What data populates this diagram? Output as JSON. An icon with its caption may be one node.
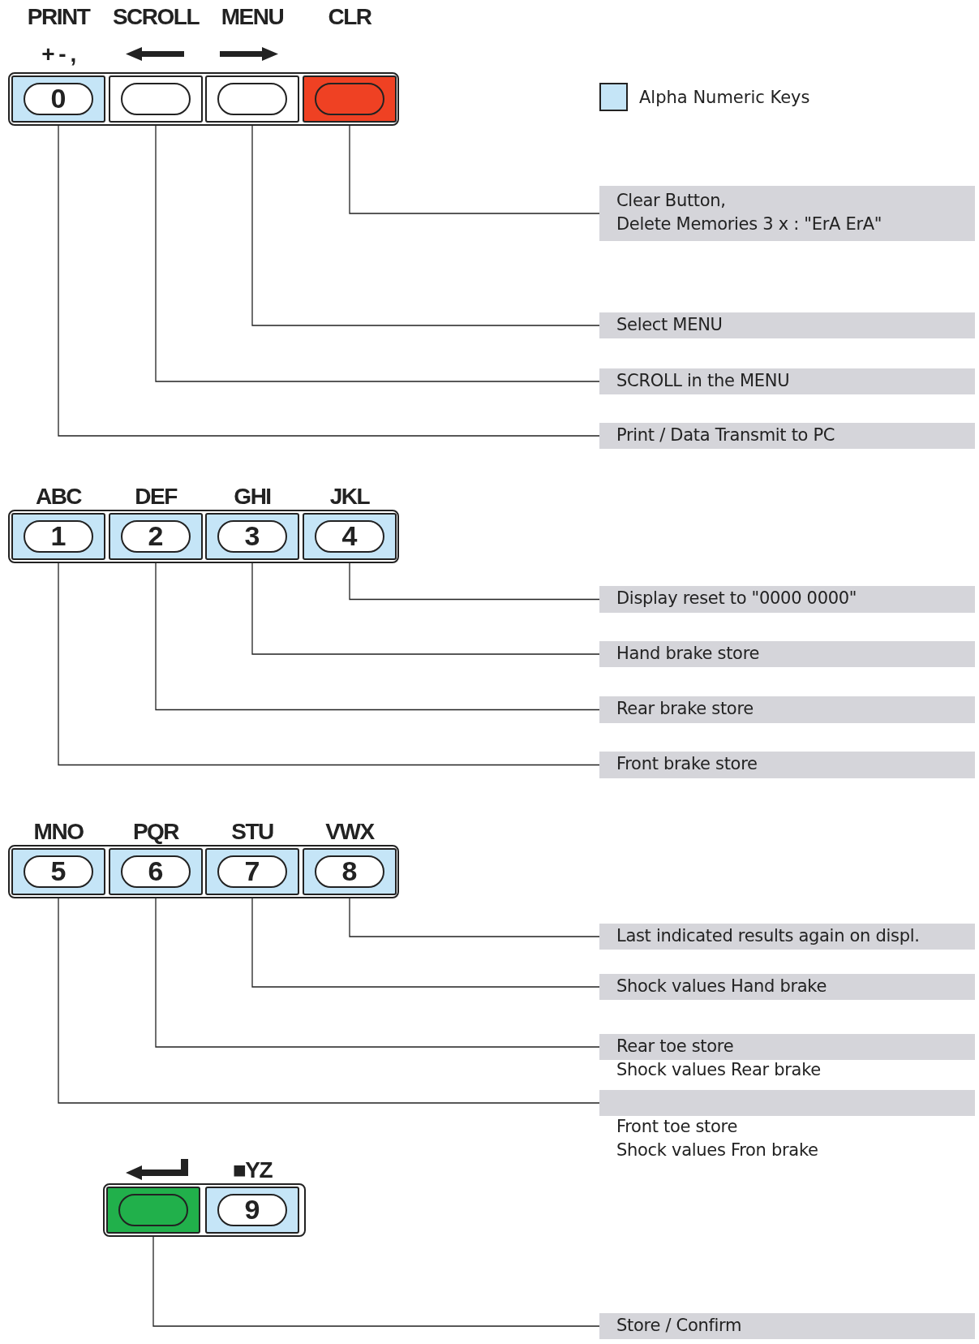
{
  "diagram": {
    "nodes": [
      {
        "text": [
          "0"
        ],
        "beside": [
          "PRINT",
          "+ - ,"
        ]
      },
      {
        "text": [],
        "shape": "box",
        "beside": [
          "SCROLL"
        ]
      },
      {
        "text": [],
        "shape": "box",
        "beside": [
          "MENU"
        ]
      },
      {
        "text": [],
        "shape": "box",
        "beside": [
          "CLR"
        ]
      },
      {
        "text": [
          "Clear Button,",
          "Delete Memories 3 x : \"ErA ErA\""
        ]
      },
      {
        "text": [
          "Select MENU"
        ]
      },
      {
        "text": [
          "SCROLL in the MENU"
        ]
      },
      {
        "text": [
          "Print / Data Transmit to PC"
        ]
      },
      {
        "text": [
          "1"
        ],
        "beside": [
          "ABC"
        ]
      },
      {
        "text": [
          "2"
        ],
        "beside": [
          "DEF"
        ]
      },
      {
        "text": [
          "3"
        ],
        "beside": [
          "GHI"
        ]
      },
      {
        "text": [
          "4"
        ],
        "beside": [
          "JKL"
        ]
      },
      {
        "text": [
          "Display reset to \"0000 0000\""
        ]
      },
      {
        "text": [
          "Hand brake store"
        ]
      },
      {
        "text": [
          "Rear brake store"
        ]
      },
      {
        "text": [
          "Front brake store"
        ]
      },
      {
        "text": [
          "5"
        ],
        "beside": [
          "MNO"
        ]
      },
      {
        "text": [
          "6"
        ],
        "beside": [
          "PQR"
        ]
      },
      {
        "text": [
          "7"
        ],
        "beside": [
          "STU"
        ]
      },
      {
        "text": [
          "8"
        ],
        "beside": [
          "VWX"
        ]
      },
      {
        "text": [
          "Last indicated results again on displ."
        ]
      },
      {
        "text": [
          "Shock values Hand brake"
        ]
      },
      {
        "text": [
          "Rear toe store",
          "Shock values Rear brake"
        ]
      },
      {
        "text": [
          "Front toe store",
          "Shock values Fron brake"
        ]
      },
      {
        "text": [],
        "shape": "box"
      },
      {
        "text": [
          "9"
        ],
        "beside": [
          "■YZ"
        ]
      },
      {
        "text": [
          "Store / Confirm"
        ]
      }
    ],
    "edges": [
      {
        "from": 3,
        "to": 4,
        "arrow": "none"
      },
      {
        "from": 2,
        "to": 5,
        "arrow": "none"
      },
      {
        "from": 1,
        "to": 6,
        "arrow": "none"
      },
      {
        "from": 0,
        "to": 7,
        "arrow": "none"
      },
      {
        "from": 11,
        "to": 12,
        "arrow": "none"
      },
      {
        "from": 10,
        "to": 13,
        "arrow": "none"
      },
      {
        "from": 9,
        "to": 14,
        "arrow": "none"
      },
      {
        "from": 8,
        "to": 15,
        "arrow": "none"
      },
      {
        "from": 19,
        "to": 20,
        "arrow": "none"
      },
      {
        "from": 18,
        "to": 21,
        "arrow": "none"
      },
      {
        "from": 17,
        "to": 22,
        "arrow": "none"
      },
      {
        "from": 16,
        "to": 23,
        "arrow": "none"
      },
      {
        "from": 24,
        "to": 26,
        "arrow": "none"
      }
    ],
    "legend": [
      {
        "text": "Alpha Numeric Keys",
        "color": "#c5e5f7"
      }
    ]
  }
}
